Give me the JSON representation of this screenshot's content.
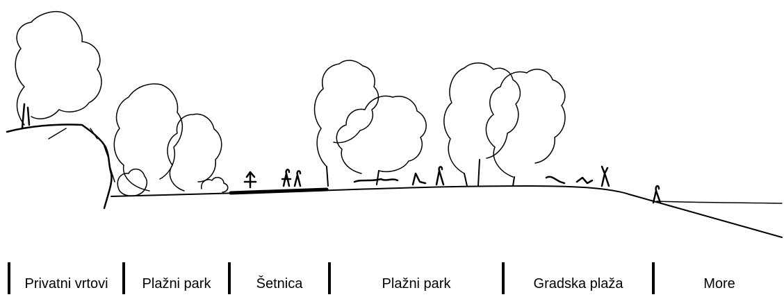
{
  "zones": [
    {
      "label": "Privatni vrtovi"
    },
    {
      "label": "Plažni park"
    },
    {
      "label": "Šetnica"
    },
    {
      "label": "Plažni park"
    },
    {
      "label": "Gradska plaža"
    },
    {
      "label": "More"
    }
  ],
  "colors": {
    "ink": "#000000",
    "paper": "#ffffff"
  }
}
